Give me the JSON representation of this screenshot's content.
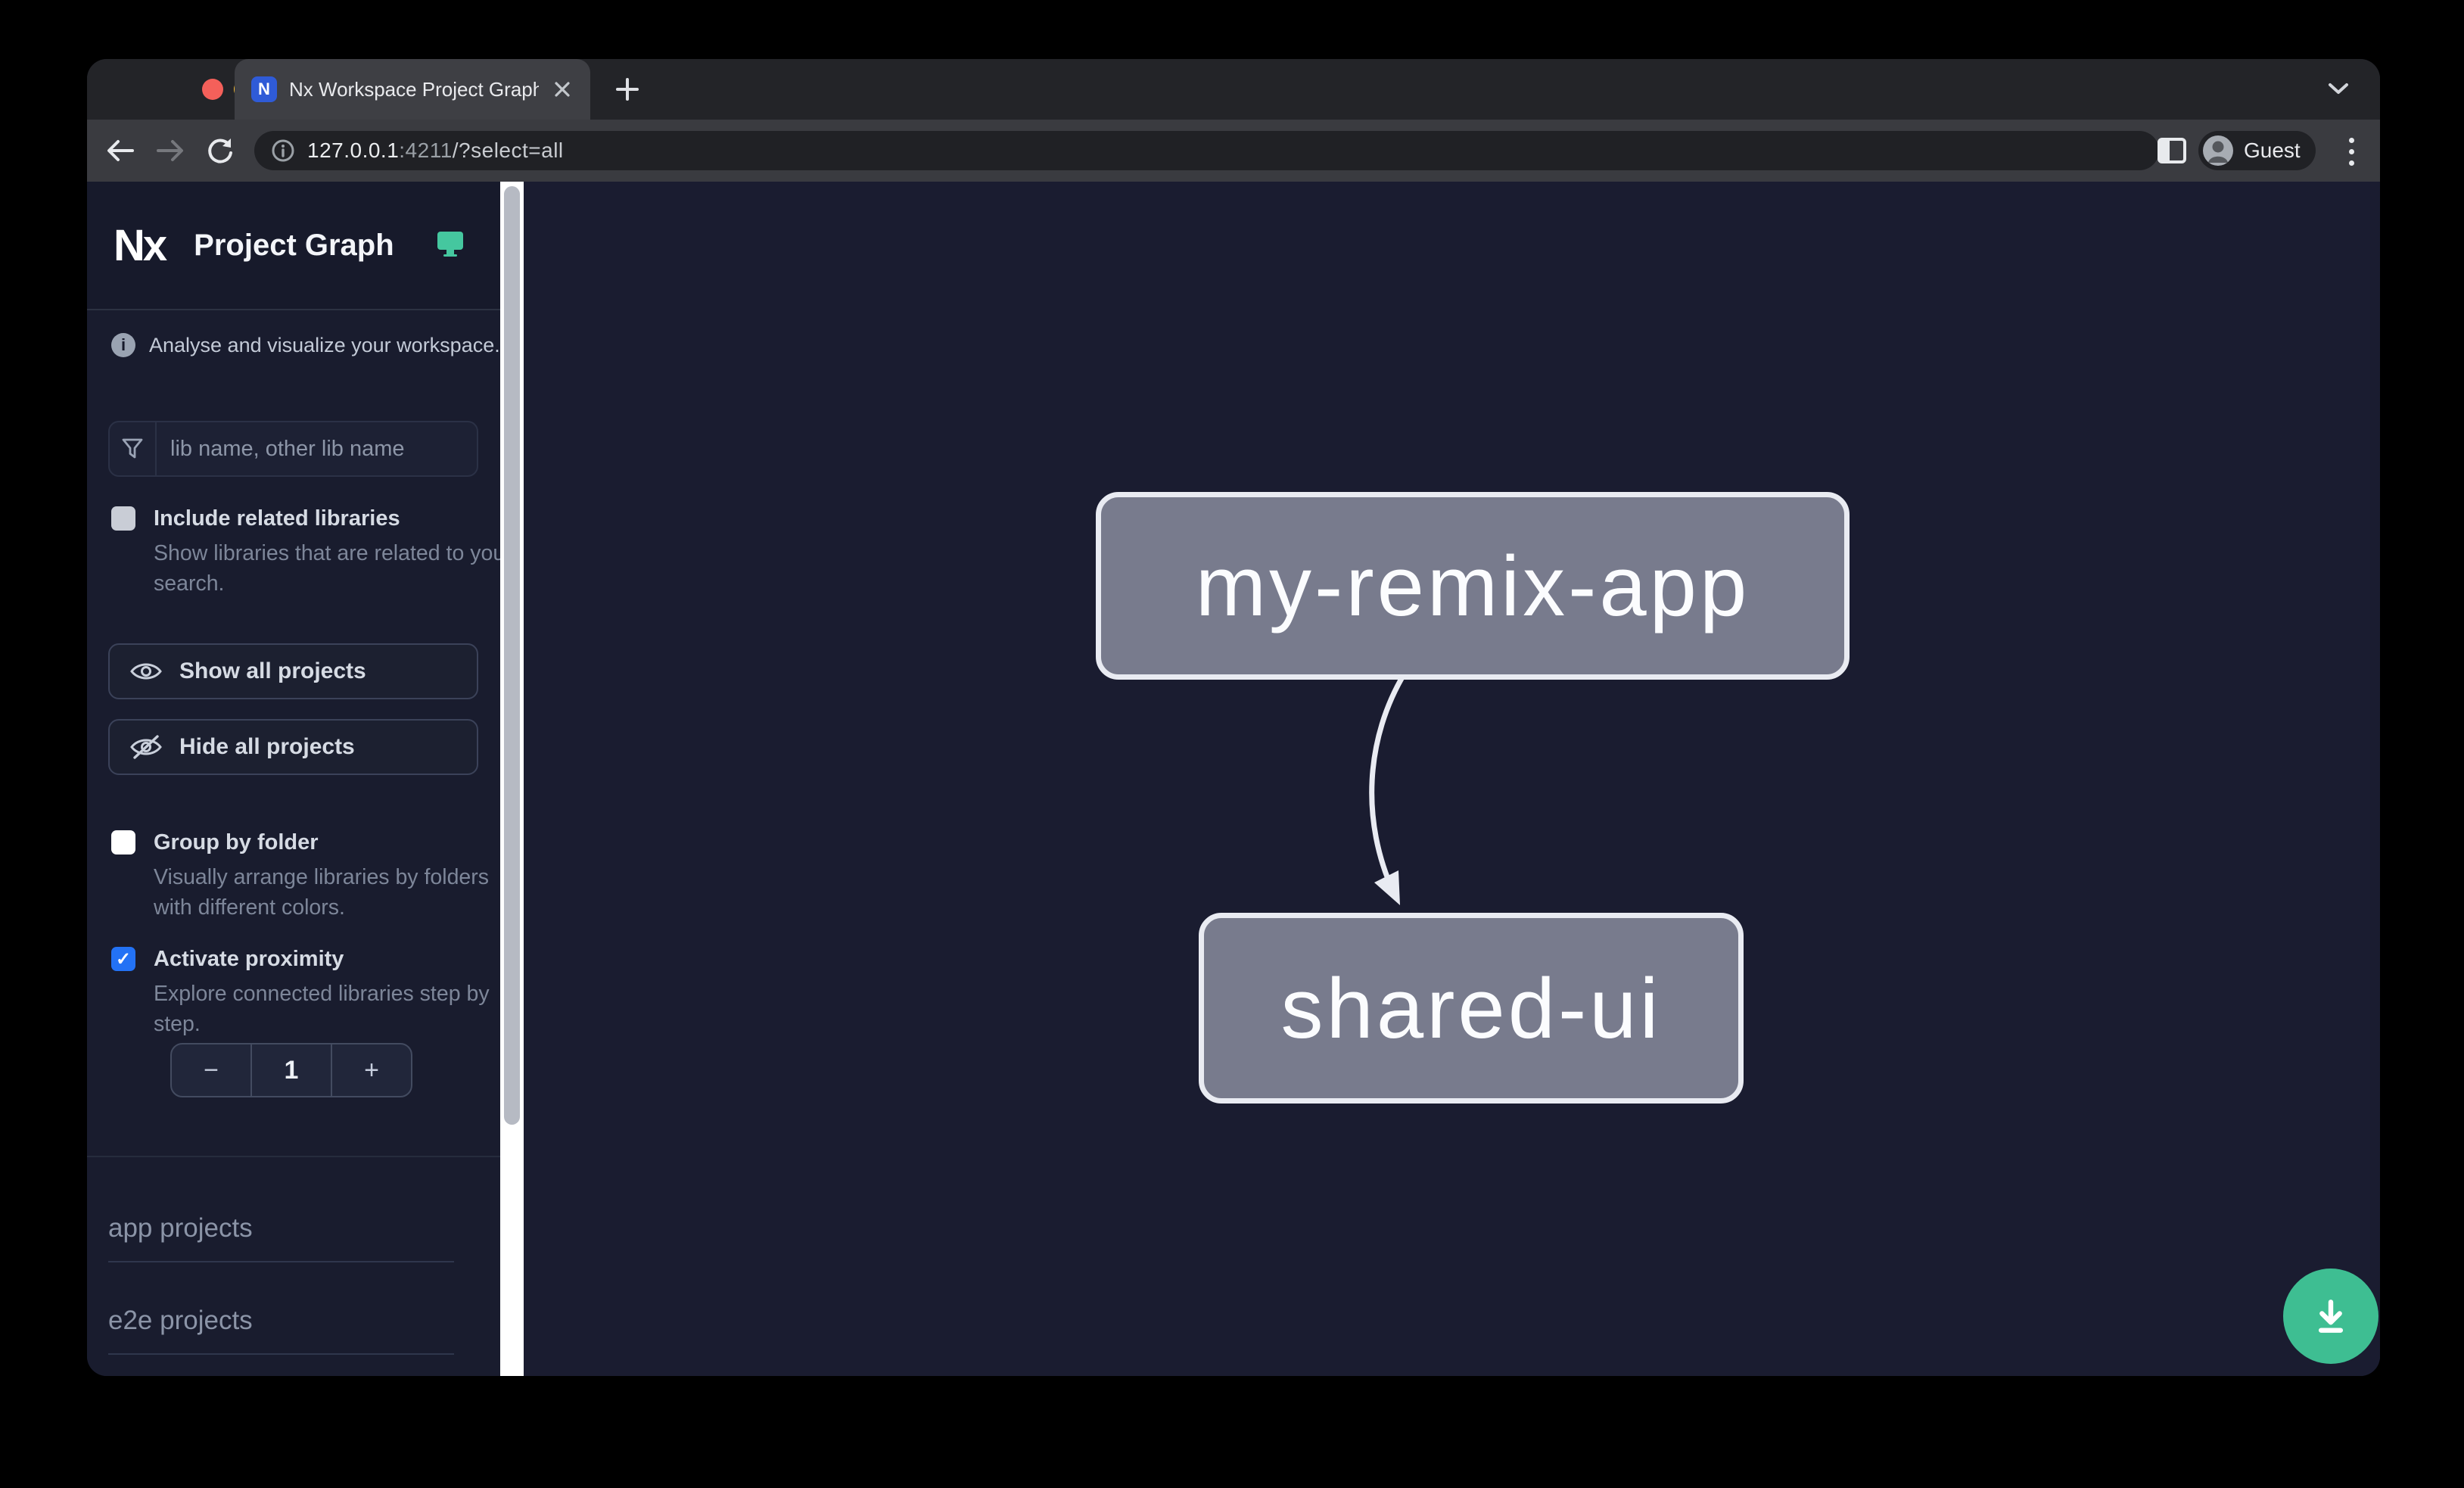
{
  "browser": {
    "tab_title": "Nx Workspace Project Graph",
    "favicon_glyph": "N",
    "url": {
      "host": "127.0.0.1",
      "port": ":4211",
      "path": "/?select=all"
    },
    "profile_label": "Guest"
  },
  "sidebar": {
    "logo_text": "Nx",
    "app_title": "Project Graph",
    "tagline": "Analyse and visualize your workspace.",
    "filter_placeholder": "lib name, other lib name",
    "include_related": {
      "label": "Include related libraries",
      "description": "Show libraries that are related to your search.",
      "checked": false
    },
    "show_all_label": "Show all projects",
    "hide_all_label": "Hide all projects",
    "group_by_folder": {
      "label": "Group by folder",
      "description": "Visually arrange libraries by folders with different colors.",
      "checked": false
    },
    "activate_proximity": {
      "label": "Activate proximity",
      "description": "Explore connected libraries step by step.",
      "checked": true
    },
    "proximity_depth": {
      "decrement_label": "−",
      "value": "1",
      "increment_label": "+"
    },
    "sections": [
      {
        "label": "app projects"
      },
      {
        "label": "e2e projects"
      }
    ]
  },
  "graph": {
    "nodes": [
      {
        "label": "my-remix-app"
      },
      {
        "label": "shared-ui"
      }
    ],
    "edges": [
      {
        "from": "my-remix-app",
        "to": "shared-ui"
      }
    ]
  },
  "icons": {
    "check_glyph": "✓"
  },
  "colors": {
    "accent_checkbox_blue": "#2372f5",
    "brand_teal": "#45c79f",
    "fab_green": "#3ebe92",
    "node_fill": "#787b8d",
    "node_border": "#e9ebf2",
    "canvas_bg": "#1a1c30"
  }
}
